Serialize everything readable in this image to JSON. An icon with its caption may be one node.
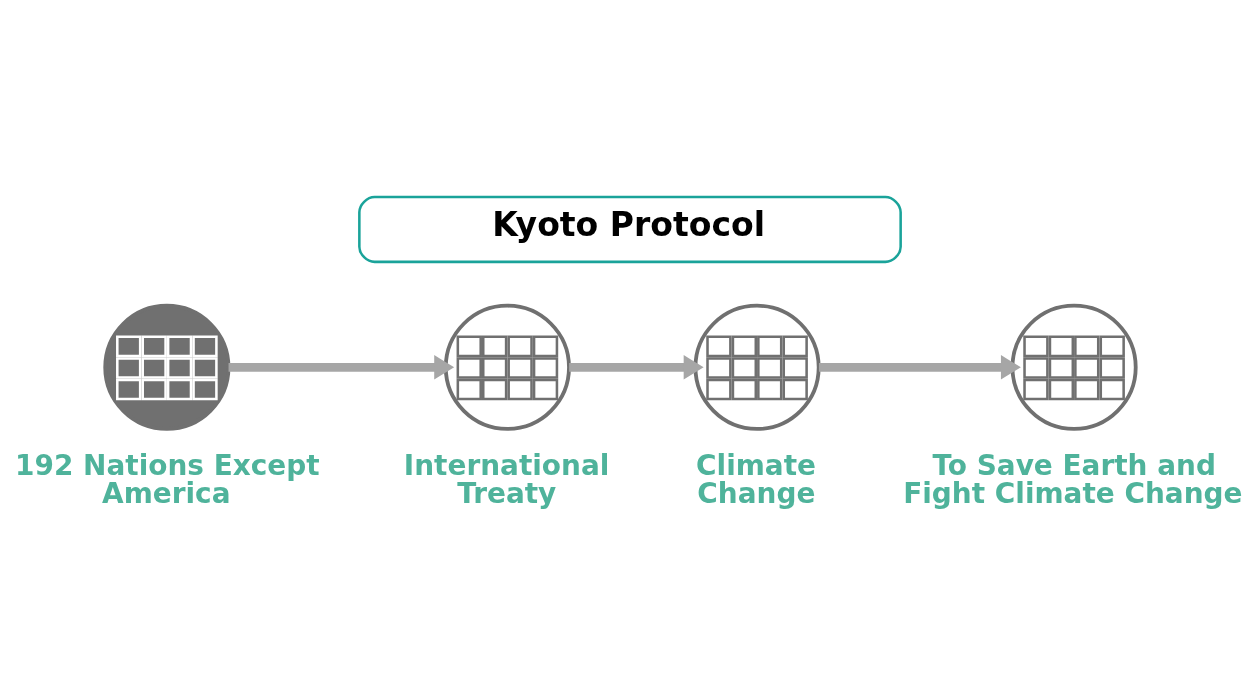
{
  "diagram": {
    "title": "Kyoto Protocol",
    "nodes": [
      {
        "text": [],
        "shape": "picture",
        "beside": [
          "192 Nations Except America"
        ]
      },
      {
        "text": [],
        "shape": "picture",
        "beside": [
          "International Treaty"
        ]
      },
      {
        "text": [],
        "shape": "picture",
        "beside": [
          "Climate Change"
        ]
      },
      {
        "text": [],
        "shape": "picture",
        "beside": [
          "To Save Earth and Fight Climate Change"
        ]
      }
    ],
    "edges": [
      {
        "from": 0,
        "to": 1,
        "arrow": "to"
      },
      {
        "from": 1,
        "to": 2,
        "arrow": "to"
      },
      {
        "from": 2,
        "to": 3,
        "arrow": "to"
      }
    ]
  }
}
